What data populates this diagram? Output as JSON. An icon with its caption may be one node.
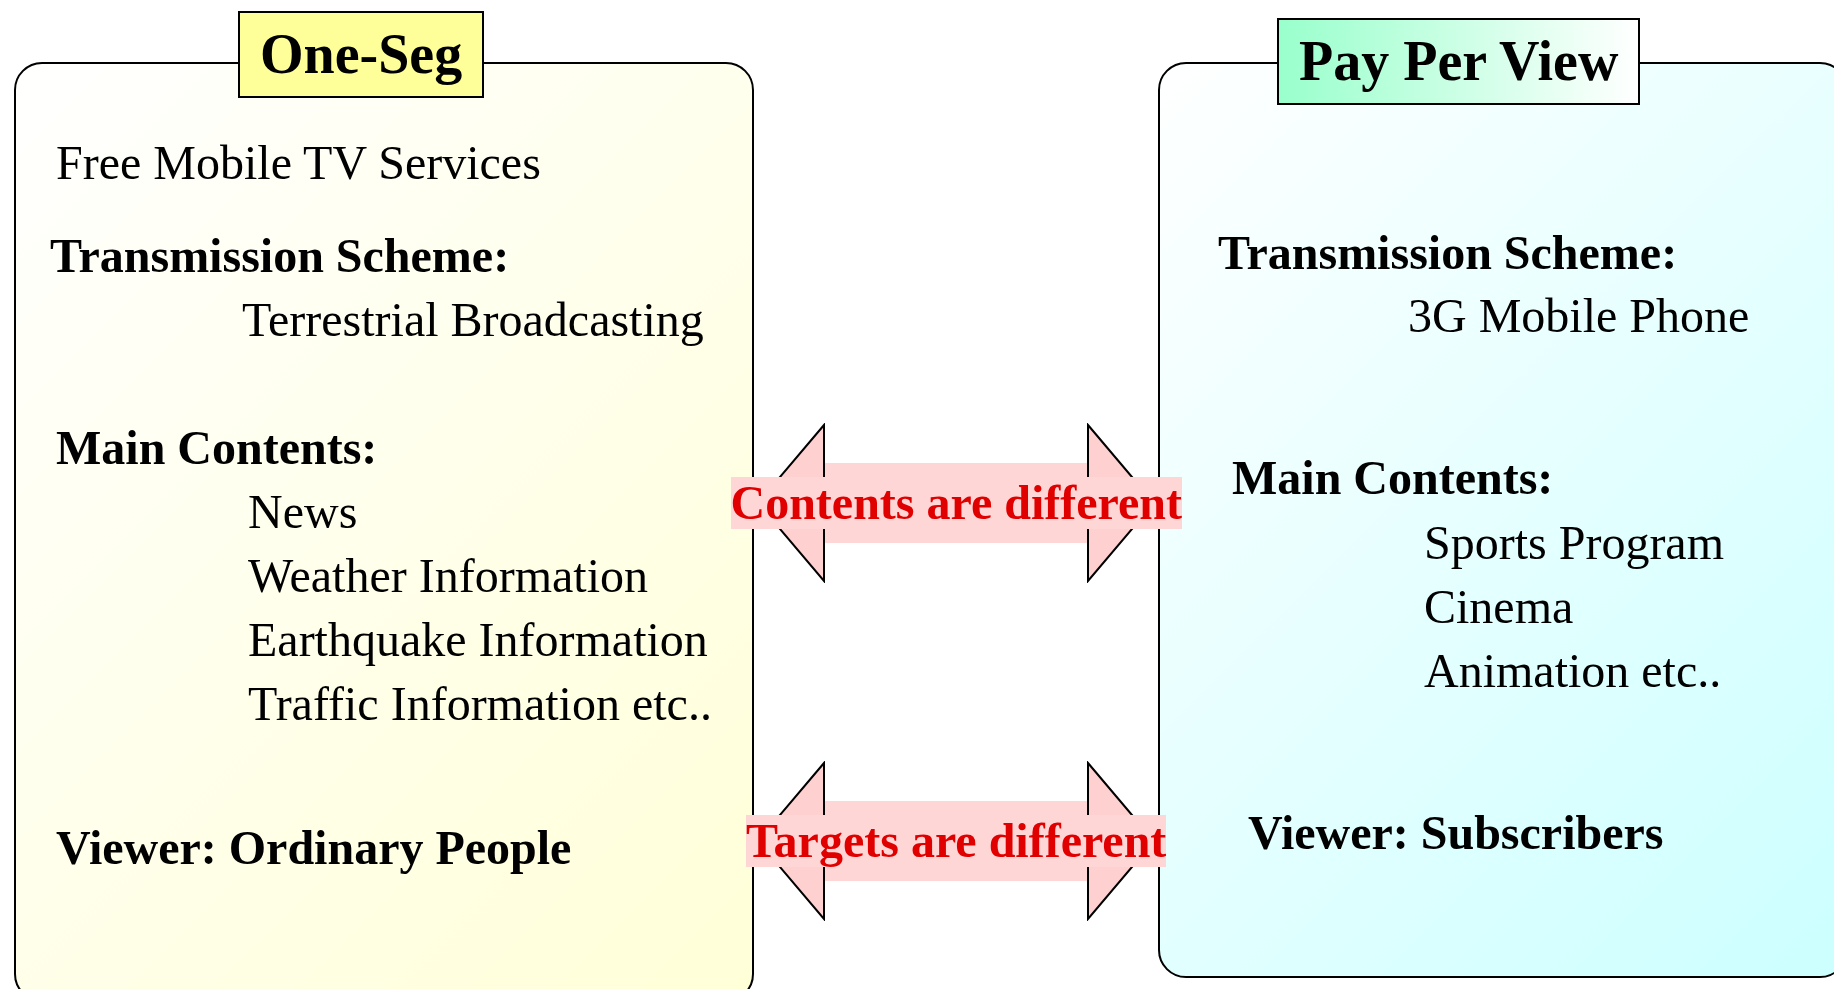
{
  "diagram": {
    "nodes": [
      {
        "text": [
          "One-Seg",
          "Free Mobile TV Services",
          "Transmission Scheme:",
          "Terrestrial Broadcasting",
          "Main Contents:",
          "News",
          "Weather Information",
          "Earthquake Information",
          "Traffic Information etc..",
          "Viewer: Ordinary People"
        ]
      },
      {
        "text": [
          "Pay Per View",
          "Transmission Scheme:",
          "3G Mobile Phone",
          "Main Contents:",
          "Sports Program",
          "Cinema",
          "Animation etc..",
          "Viewer: Subscribers"
        ]
      }
    ],
    "edges": [
      {
        "from": 0,
        "to": 1,
        "arrow": "both",
        "label": "Contents are different"
      },
      {
        "from": 0,
        "to": 1,
        "arrow": "both",
        "label": "Targets are different"
      }
    ]
  }
}
